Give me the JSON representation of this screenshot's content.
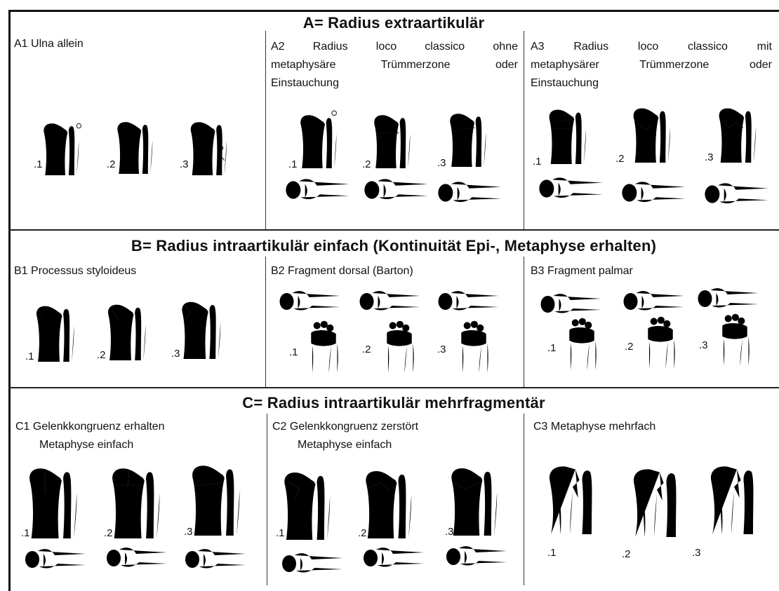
{
  "sections": {
    "A": {
      "title": "A= Radius extraartikulär",
      "cells": [
        {
          "label_lines": [
            "A1 Ulna allein"
          ],
          "indices": [
            ".1",
            ".2",
            ".3"
          ]
        },
        {
          "label_lines": [
            "A2 Radius loco classico ohne",
            "metaphysäre Trümmerzone oder",
            "Einstauchung"
          ],
          "indices": [
            ".1",
            ".2",
            ".3"
          ]
        },
        {
          "label_lines": [
            "A3 Radius loco classico mit",
            "metaphysärer Trümmerzone oder",
            "Einstauchung"
          ],
          "indices": [
            ".1",
            ".2",
            ".3"
          ]
        }
      ]
    },
    "B": {
      "title": "B= Radius intraartikulär einfach (Kontinuität Epi-, Metaphyse erhalten)",
      "cells": [
        {
          "label_lines": [
            "B1 Processus styloideus"
          ],
          "indices": [
            ".1",
            ".2",
            ".3"
          ]
        },
        {
          "label_lines": [
            "B2 Fragment dorsal (Barton)"
          ],
          "indices": [
            ".1",
            ".2",
            ".3"
          ]
        },
        {
          "label_lines": [
            "B3 Fragment palmar"
          ],
          "indices": [
            ".1",
            ".2",
            ".3"
          ]
        }
      ]
    },
    "C": {
      "title": "C= Radius intraartikulär mehrfragmentär",
      "cells": [
        {
          "label_lines": [
            "C1 Gelenkkongruenz erhalten",
            "Metaphyse einfach"
          ],
          "indices": [
            ".1",
            ".2",
            ".3"
          ]
        },
        {
          "label_lines": [
            "C2 Gelenkkongruenz zerstört",
            "Metaphyse einfach"
          ],
          "indices": [
            ".1",
            ".2",
            ".3"
          ]
        },
        {
          "label_lines": [
            "C3 Metaphyse mehrfach"
          ],
          "indices": [
            ".1",
            ".2",
            ".3"
          ]
        }
      ]
    }
  }
}
